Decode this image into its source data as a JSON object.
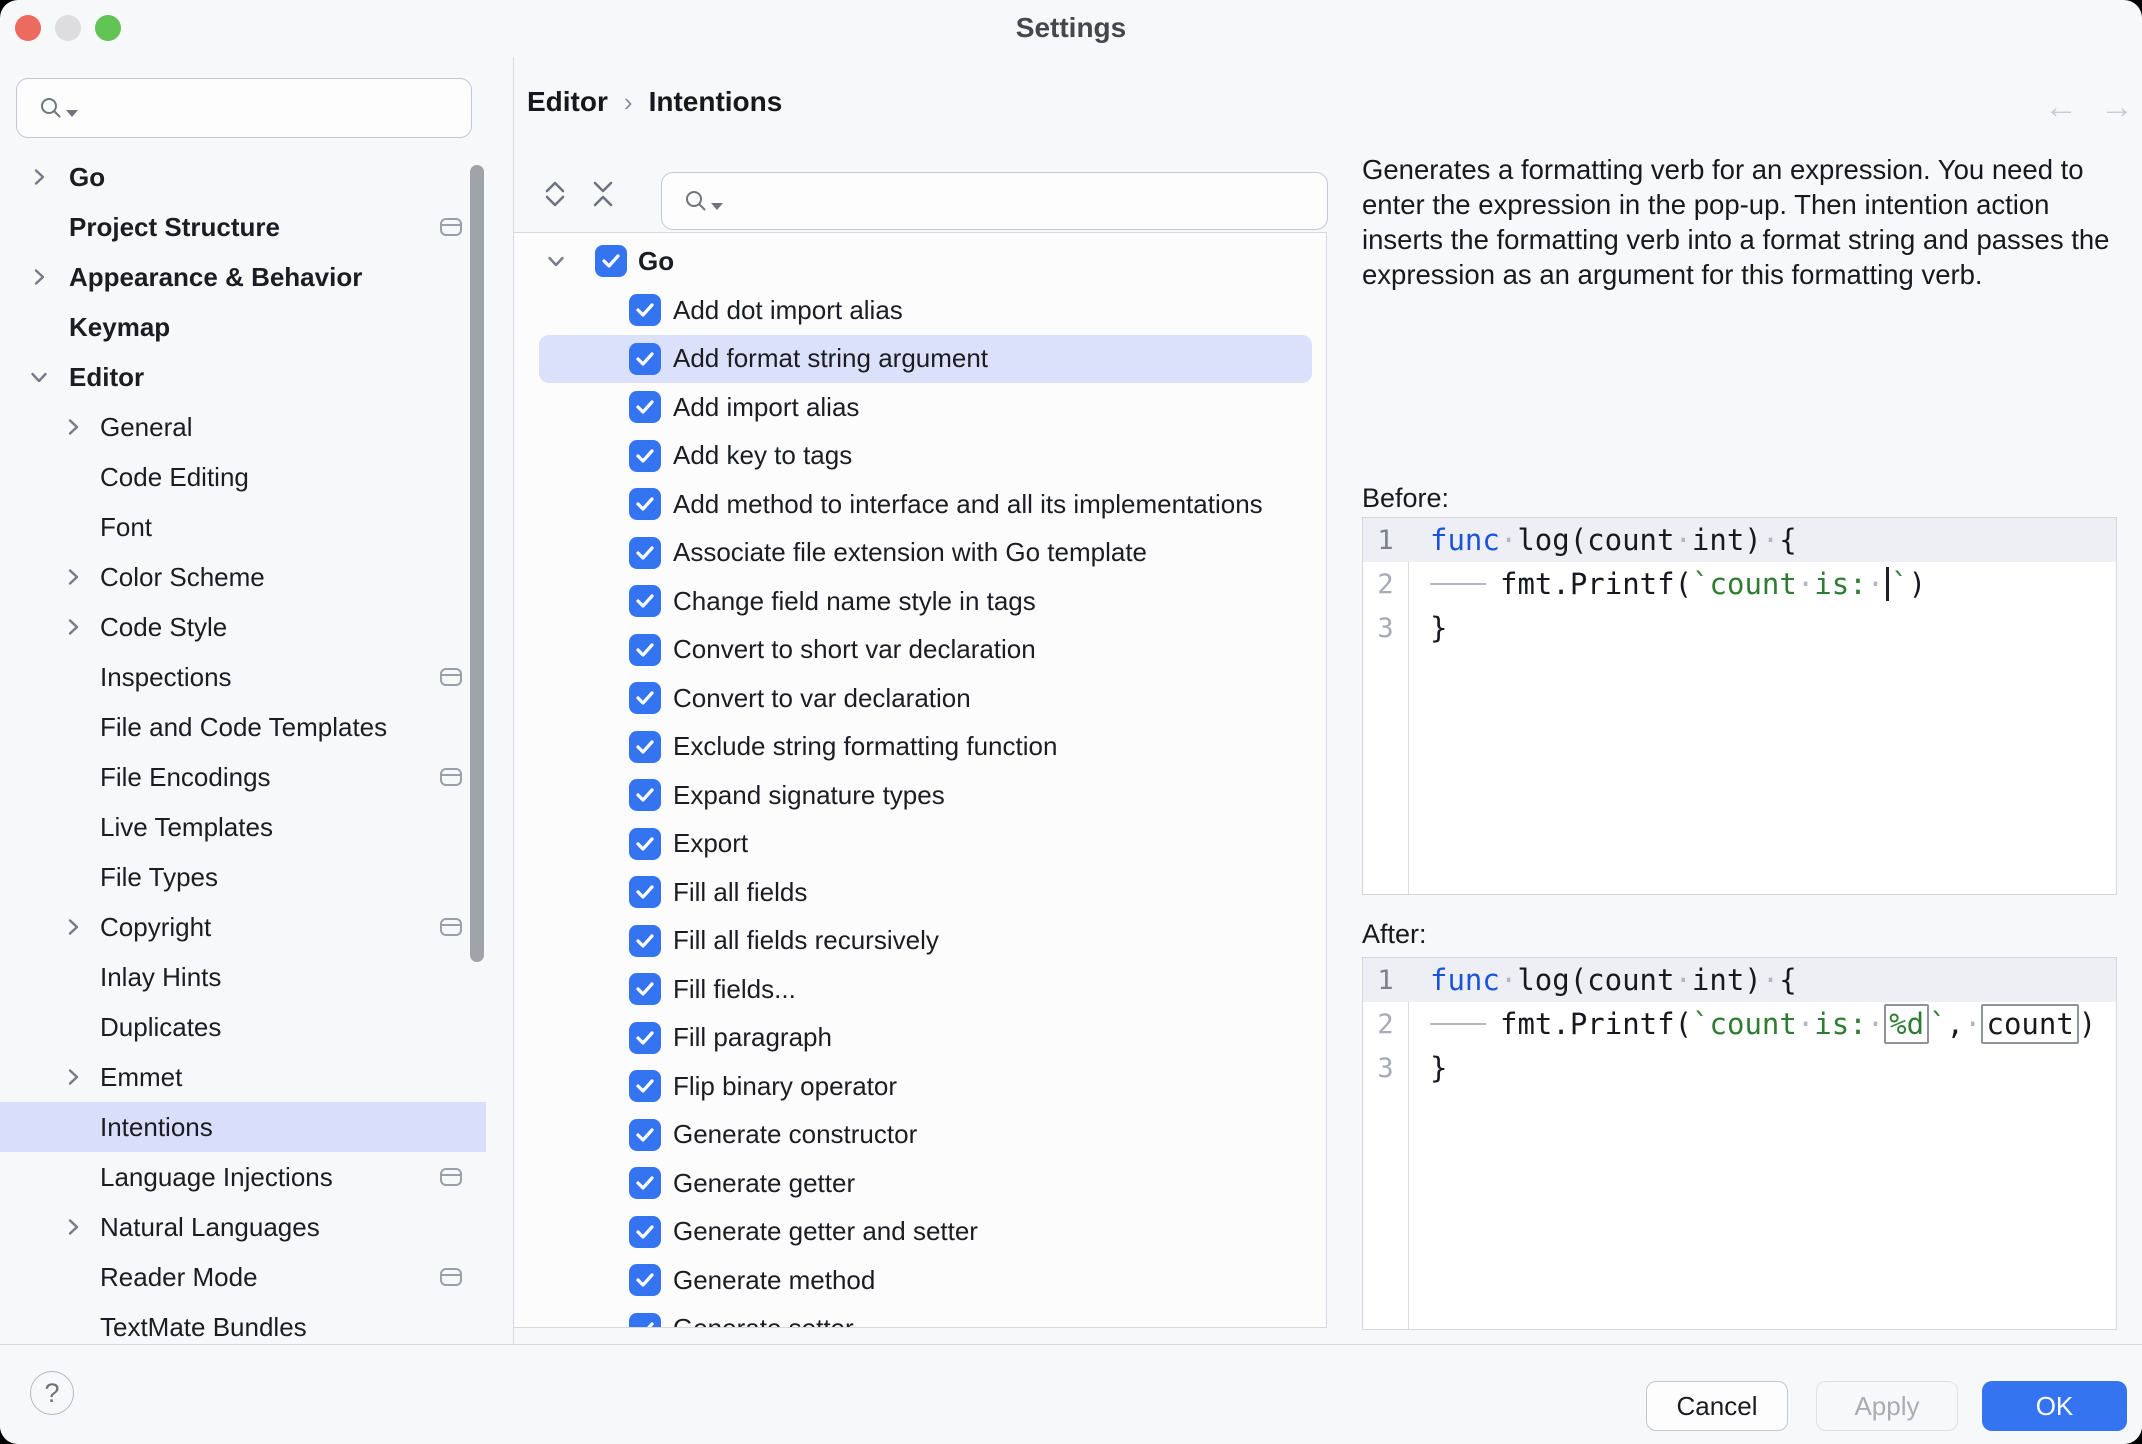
{
  "window": {
    "title": "Settings"
  },
  "breadcrumb": {
    "items": [
      "Editor",
      "Intentions"
    ],
    "separator": "›"
  },
  "nav": {
    "back": "←",
    "forward": "→"
  },
  "sidebar": {
    "search": {
      "placeholder": ""
    },
    "items": [
      {
        "label": "Go",
        "level": 0,
        "bold": true,
        "chevron": "right"
      },
      {
        "label": "Project Structure",
        "level": 0,
        "bold": true,
        "icon": true
      },
      {
        "label": "Appearance & Behavior",
        "level": 0,
        "bold": true,
        "chevron": "right"
      },
      {
        "label": "Keymap",
        "level": 0,
        "bold": true
      },
      {
        "label": "Editor",
        "level": 0,
        "bold": true,
        "chevron": "down"
      },
      {
        "label": "General",
        "level": 1,
        "chevron": "right"
      },
      {
        "label": "Code Editing",
        "level": 1
      },
      {
        "label": "Font",
        "level": 1
      },
      {
        "label": "Color Scheme",
        "level": 1,
        "chevron": "right"
      },
      {
        "label": "Code Style",
        "level": 1,
        "chevron": "right"
      },
      {
        "label": "Inspections",
        "level": 1,
        "icon": true
      },
      {
        "label": "File and Code Templates",
        "level": 1
      },
      {
        "label": "File Encodings",
        "level": 1,
        "icon": true
      },
      {
        "label": "Live Templates",
        "level": 1
      },
      {
        "label": "File Types",
        "level": 1
      },
      {
        "label": "Copyright",
        "level": 1,
        "chevron": "right",
        "icon": true
      },
      {
        "label": "Inlay Hints",
        "level": 1
      },
      {
        "label": "Duplicates",
        "level": 1
      },
      {
        "label": "Emmet",
        "level": 1,
        "chevron": "right"
      },
      {
        "label": "Intentions",
        "level": 1,
        "selected": true
      },
      {
        "label": "Language Injections",
        "level": 1,
        "icon": true
      },
      {
        "label": "Natural Languages",
        "level": 1,
        "chevron": "right"
      },
      {
        "label": "Reader Mode",
        "level": 1,
        "icon": true
      },
      {
        "label": "TextMate Bundles",
        "level": 1
      }
    ]
  },
  "intentions": {
    "search": {
      "placeholder": ""
    },
    "group": {
      "label": "Go",
      "checked": true,
      "expanded": true
    },
    "items": [
      {
        "label": "Add dot import alias",
        "checked": true
      },
      {
        "label": "Add format string argument",
        "checked": true,
        "highlighted": true
      },
      {
        "label": "Add import alias",
        "checked": true
      },
      {
        "label": "Add key to tags",
        "checked": true
      },
      {
        "label": "Add method to interface and all its implementations",
        "checked": true
      },
      {
        "label": "Associate file extension with Go template",
        "checked": true
      },
      {
        "label": "Change field name style in tags",
        "checked": true
      },
      {
        "label": "Convert to short var declaration",
        "checked": true
      },
      {
        "label": "Convert to var declaration",
        "checked": true
      },
      {
        "label": "Exclude string formatting function",
        "checked": true
      },
      {
        "label": "Expand signature types",
        "checked": true
      },
      {
        "label": "Export",
        "checked": true
      },
      {
        "label": "Fill all fields",
        "checked": true
      },
      {
        "label": "Fill all fields recursively",
        "checked": true
      },
      {
        "label": "Fill fields...",
        "checked": true
      },
      {
        "label": "Fill paragraph",
        "checked": true
      },
      {
        "label": "Flip binary operator",
        "checked": true
      },
      {
        "label": "Generate constructor",
        "checked": true
      },
      {
        "label": "Generate getter",
        "checked": true
      },
      {
        "label": "Generate getter and setter",
        "checked": true
      },
      {
        "label": "Generate method",
        "checked": true
      },
      {
        "label": "Generate setter",
        "checked": true
      }
    ]
  },
  "description": "Generates a formatting verb for an expression. You need to enter the expression in the pop-up. Then intention action inserts the formatting verb into a format string and passes the expression as an argument for this formatting verb.",
  "before": {
    "label": "Before:",
    "gutter": [
      "1",
      "2",
      "3"
    ],
    "lines": [
      [
        {
          "t": "func",
          "c": "kw"
        },
        {
          "t": "·",
          "c": "d"
        },
        {
          "t": "log(count",
          "c": "p"
        },
        {
          "t": "·",
          "c": "d"
        },
        {
          "t": "int)",
          "c": "p"
        },
        {
          "t": "·",
          "c": "d"
        },
        {
          "t": "{",
          "c": "p"
        }
      ],
      [
        {
          "c": "ind"
        },
        {
          "t": "fmt.Printf(",
          "c": "p"
        },
        {
          "t": "`count",
          "c": "s"
        },
        {
          "t": "·",
          "c": "d"
        },
        {
          "t": "is:",
          "c": "s"
        },
        {
          "t": "·",
          "c": "d"
        },
        {
          "c": "caret"
        },
        {
          "t": "`",
          "c": "s"
        },
        {
          "t": ")",
          "c": "p"
        }
      ],
      [
        {
          "t": "}",
          "c": "p"
        }
      ]
    ]
  },
  "after": {
    "label": "After:",
    "gutter": [
      "1",
      "2",
      "3"
    ],
    "lines": [
      [
        {
          "t": "func",
          "c": "kw"
        },
        {
          "t": "·",
          "c": "d"
        },
        {
          "t": "log(count",
          "c": "p"
        },
        {
          "t": "·",
          "c": "d"
        },
        {
          "t": "int)",
          "c": "p"
        },
        {
          "t": "·",
          "c": "d"
        },
        {
          "t": "{",
          "c": "p"
        }
      ],
      [
        {
          "c": "ind"
        },
        {
          "t": "fmt.Printf(",
          "c": "p"
        },
        {
          "t": "`count",
          "c": "s"
        },
        {
          "t": "·",
          "c": "d"
        },
        {
          "t": "is:",
          "c": "s"
        },
        {
          "t": "·",
          "c": "d"
        },
        {
          "t": "%d",
          "c": "boxs"
        },
        {
          "t": "`",
          "c": "s"
        },
        {
          "t": ",",
          "c": "p"
        },
        {
          "t": "·",
          "c": "d"
        },
        {
          "t": "count",
          "c": "boxp"
        },
        {
          "t": ")",
          "c": "p"
        }
      ],
      [
        {
          "t": "}",
          "c": "p"
        }
      ]
    ]
  },
  "footer": {
    "help": "?",
    "cancel": "Cancel",
    "apply": "Apply",
    "ok": "OK"
  },
  "colors": {
    "accent": "#3574f0",
    "sidebar_selection": "#d9defa",
    "list_selection": "#dbe1fb",
    "keyword": "#1c54d9",
    "string": "#2e7d32"
  }
}
